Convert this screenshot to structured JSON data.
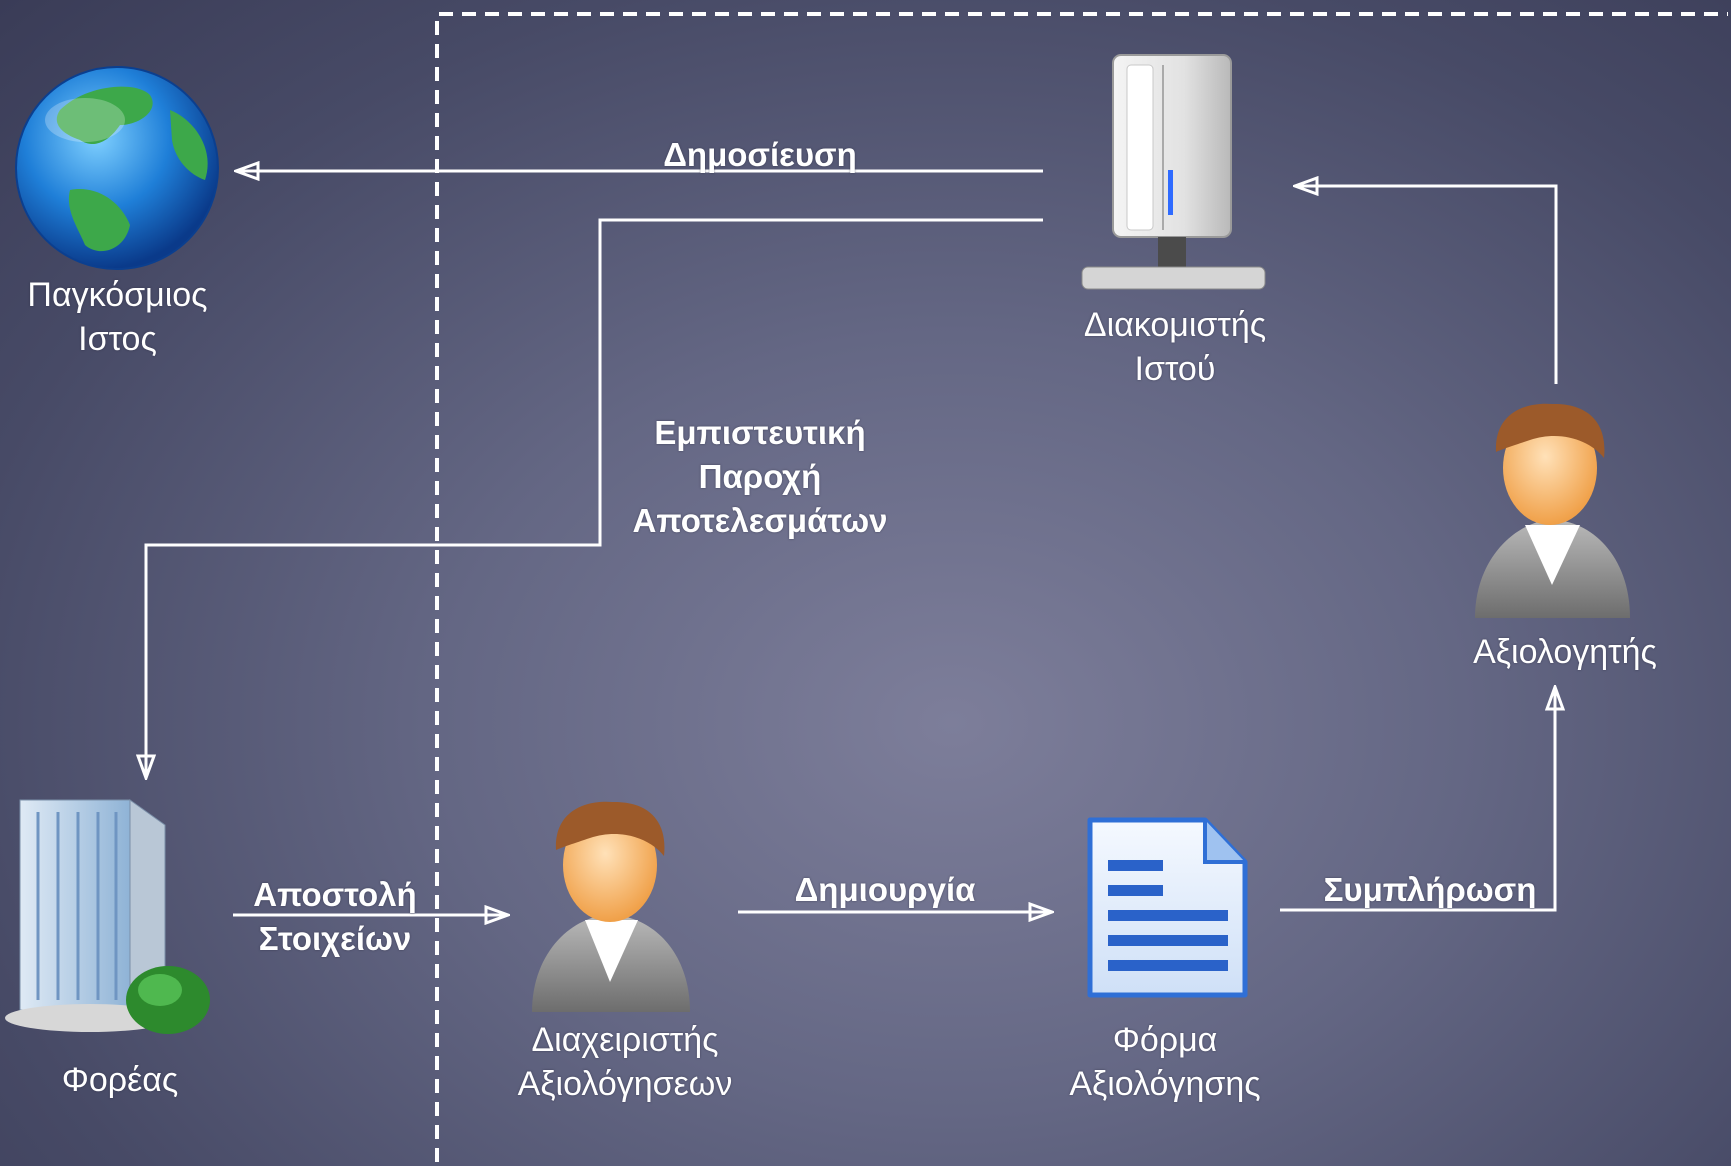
{
  "nodes": {
    "web": {
      "line1": "Παγκόσμιος",
      "line2": "Ιστος"
    },
    "server": {
      "line1": "Διακομιστής",
      "line2": "Ιστού"
    },
    "evaluator": {
      "line1": "Αξιολογητής"
    },
    "organization": {
      "line1": "Φορέας"
    },
    "manager": {
      "line1": "Διαχειριστής",
      "line2": "Αξιολόγησεων"
    },
    "form": {
      "line1": "Φόρμα",
      "line2": "Αξιολόγησης"
    }
  },
  "edges": {
    "publish": "Δημοσίευση",
    "secure_results": {
      "line1": "Εμπιστευτική",
      "line2": "Παροχή",
      "line3": "Αποτελεσμάτων"
    },
    "send_data": {
      "line1": "Αποστολή",
      "line2": "Στοιχείων"
    },
    "create": "Δημιουργία",
    "complete": "Συμπλήρωση"
  },
  "colors": {
    "line": "#ffffff",
    "background": "#5c5f7c"
  }
}
